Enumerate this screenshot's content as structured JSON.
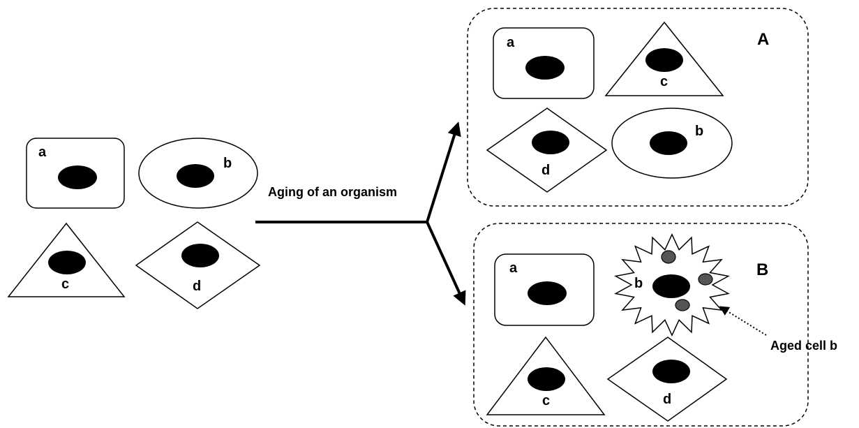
{
  "process_label": "Aging of an organism",
  "outcome_a": {
    "panel_label": "A"
  },
  "outcome_b": {
    "panel_label": "B",
    "callout": "Aged cell b"
  },
  "cells": {
    "a": "a",
    "b": "b",
    "c": "c",
    "d": "d"
  },
  "colors": {
    "line": "#000000",
    "nucleus": "#000000",
    "granule": "#555555",
    "background": "#ffffff"
  }
}
